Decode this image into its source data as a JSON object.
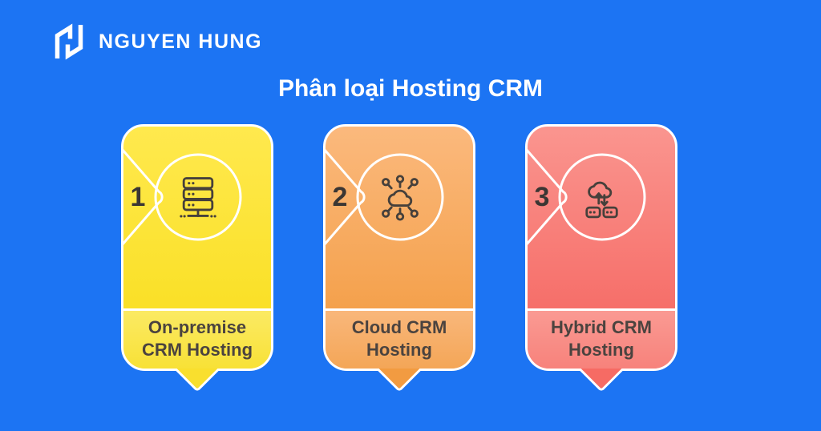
{
  "brand": {
    "name": "NGUYEN HUNG",
    "logo_icon": "nguyen-hung-n-logo-icon"
  },
  "title": "Phân loại Hosting CRM",
  "colors": {
    "global": {
      "background": "#1C74F3",
      "white": "#FFFFFF",
      "ink": "#3B3633",
      "icon_ink": "#46403B",
      "label_ink": "#4B433F"
    }
  },
  "cards": [
    {
      "number": "1",
      "icon": "server-stack-icon",
      "label_line1": "On-premise",
      "label_line2": "CRM Hosting",
      "colors": {
        "g1": "#FFE94E",
        "g2": "#F8DD1A",
        "l1": "#FBEA64",
        "l2": "#F8E136",
        "tail": "#F9DF2E"
      }
    },
    {
      "number": "2",
      "icon": "cloud-network-icon",
      "label_line1": "Cloud CRM",
      "label_line2": "Hosting",
      "colors": {
        "g1": "#FBB97D",
        "g2": "#F2993C",
        "l1": "#F9B77B",
        "l2": "#F4A657",
        "tail": "#F29B41"
      }
    },
    {
      "number": "3",
      "icon": "cloud-sync-servers-icon",
      "label_line1": "Hybrid CRM",
      "label_line2": "Hosting",
      "colors": {
        "g1": "#FA958F",
        "g2": "#F5625D",
        "l1": "#FA9A93",
        "l2": "#F7827B",
        "tail": "#F66B64"
      }
    }
  ]
}
